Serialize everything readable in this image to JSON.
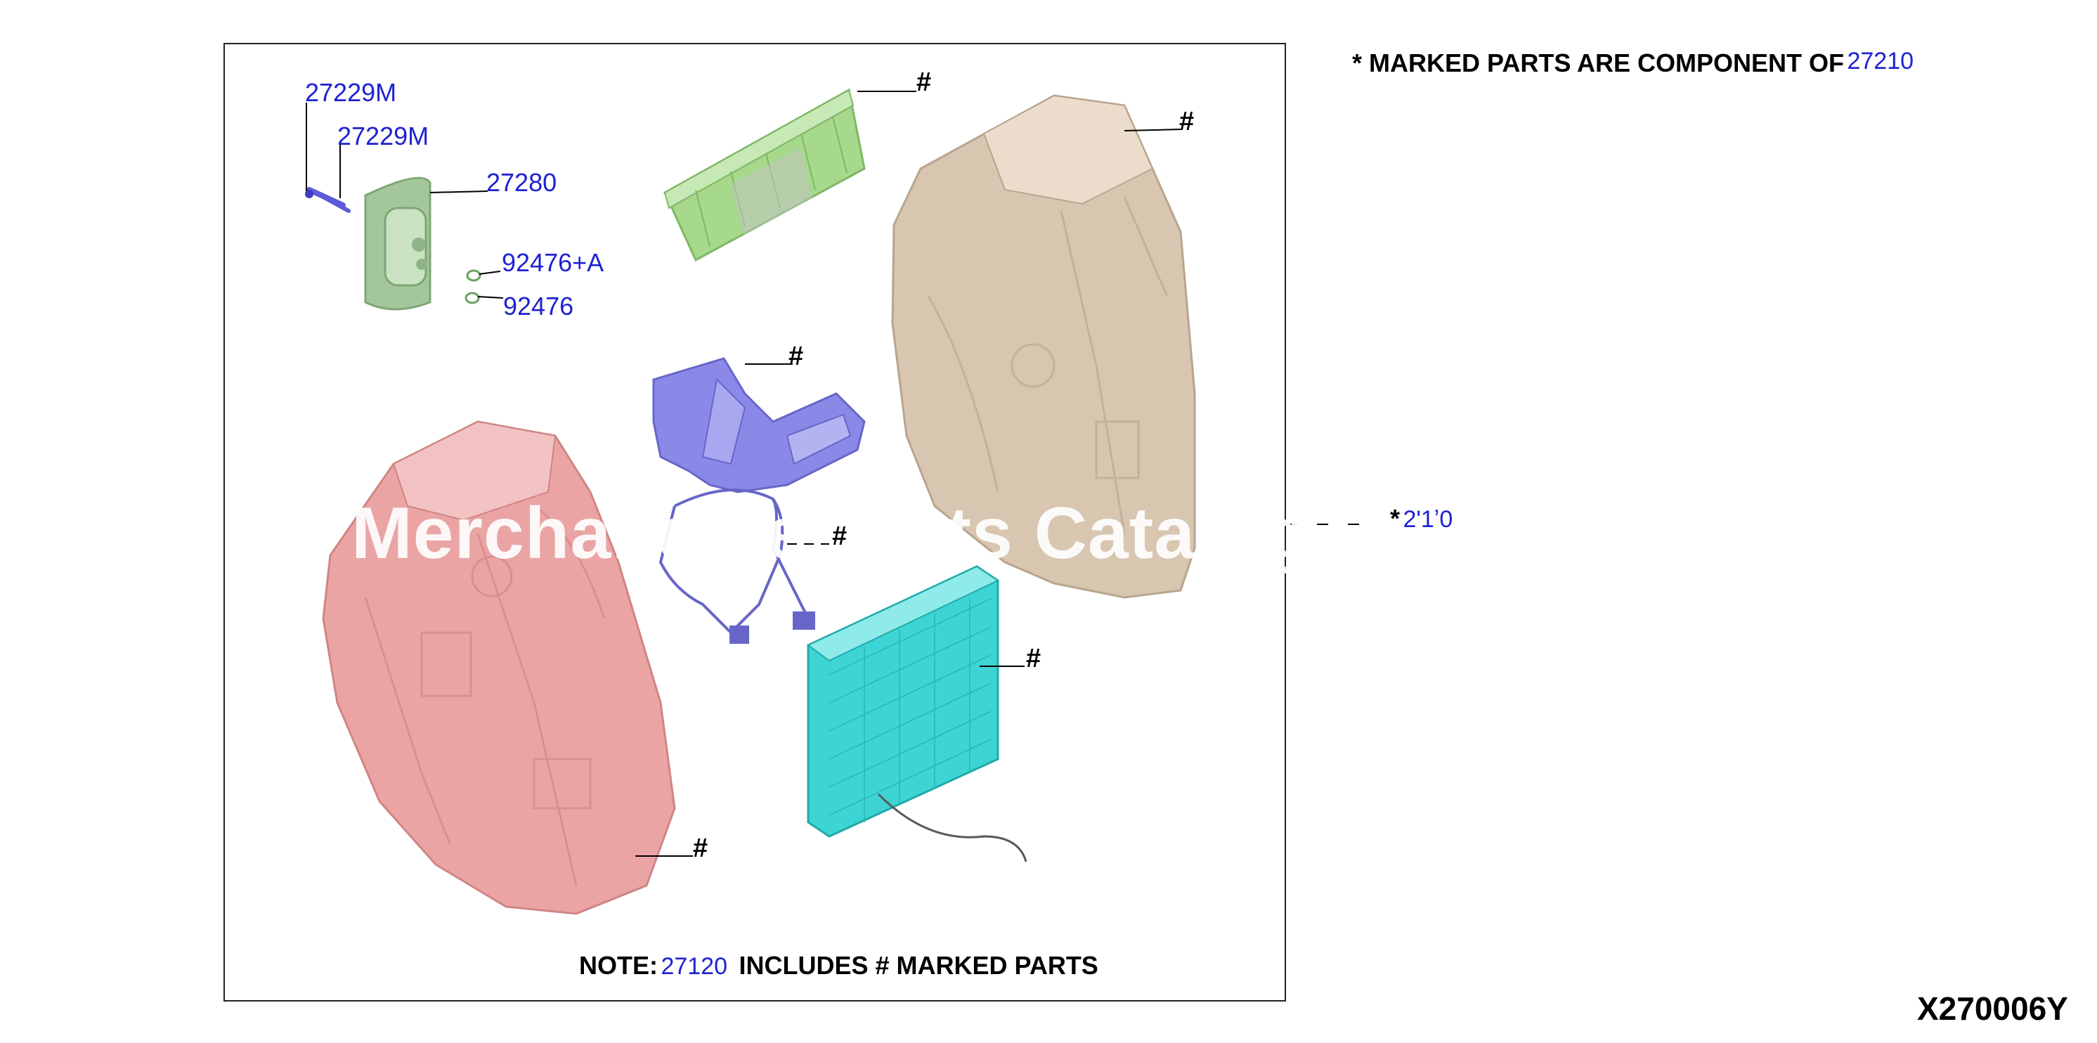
{
  "header_note": {
    "text": "* MARKED PARTS ARE COMPONENT OF",
    "part": "27210"
  },
  "side_callout": {
    "star": "*",
    "part": "2ʹ1ʼ0"
  },
  "callouts": {
    "p1": "27229M",
    "p2": "27229M",
    "p3": "27280",
    "p4": "92476+A",
    "p5": "92476",
    "hash": "#"
  },
  "watermark": "Merchandise Parts Catalog",
  "footer_note": {
    "prefix": "NOTE:",
    "part": "27120",
    "suffix": "INCLUDES # MARKED PARTS"
  },
  "diagram_code": "X270006Y",
  "colors": {
    "part_link": "#1e22d2",
    "housing_front": "#eba4a4",
    "housing_rear": "#d8c6b1",
    "filter_door": "#a6d98b",
    "actuator": "#a3c69a",
    "duct": "#8a89e8",
    "evaporator": "#3fd4d4"
  }
}
